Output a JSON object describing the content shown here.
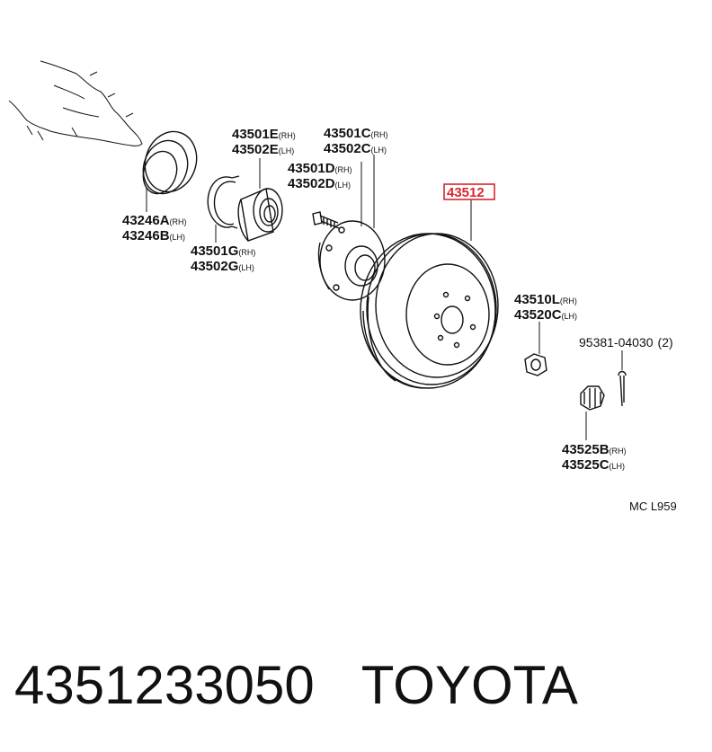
{
  "parts": {
    "dust_cover": {
      "main": "43246A",
      "main_suffix": "(RH)",
      "alt": "43246B",
      "alt_suffix": "(LH)"
    },
    "bearing": {
      "main": "43501E",
      "main_suffix": "(RH)",
      "alt": "43502E",
      "alt_suffix": "(LH)"
    },
    "snap_ring": {
      "main": "43501G",
      "main_suffix": "(RH)",
      "alt": "43502G",
      "alt_suffix": "(LH)"
    },
    "hub": {
      "main": "43501C",
      "main_suffix": "(RH)",
      "alt": "43502C",
      "alt_suffix": "(LH)"
    },
    "hub_bolt": {
      "main": "43501D",
      "main_suffix": "(RH)",
      "alt": "43502D",
      "alt_suffix": "(LH)"
    },
    "disc": {
      "main": "43512"
    },
    "hub_nut": {
      "main": "43510L",
      "main_suffix": "(RH)",
      "alt": "43520C",
      "alt_suffix": "(LH)"
    },
    "cotter_pin": {
      "main": "95381-04030",
      "qty": "(2)"
    },
    "nut_lock_cap": {
      "main": "43525B",
      "main_suffix": "(RH)",
      "alt": "43525C",
      "alt_suffix": "(LH)"
    }
  },
  "diagram_code": "MC L959",
  "highlight_color": "#d9262c",
  "caption": {
    "part_number": "4351233050",
    "brand": "TOYOTA"
  }
}
